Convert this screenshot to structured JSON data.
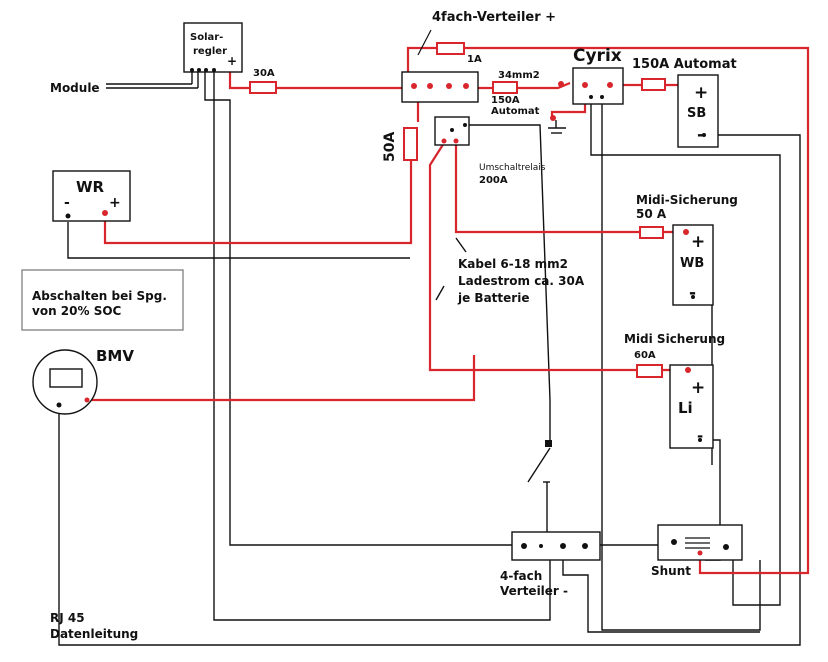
{
  "labels": {
    "title_verteiler_plus": "4fach-Verteiler +",
    "solarregler_line1": "Solar-",
    "solarregler_line2": "regler",
    "solarregler_plus": "+",
    "module": "Module",
    "fuse_30a": "30A",
    "fuse_1a": "1A",
    "cable_34mm2": "34mm2",
    "automat_150a_a": "150A",
    "automat_150a_b": "Automat",
    "cyrix": "Cyrix",
    "cyrix_automat": "150A Automat",
    "fuse_50a": "50A",
    "sb": "SB",
    "sb_plus": "+",
    "sb_minus": "-",
    "umschaltrelais": "Umschaltrelais",
    "umschaltrelais_amp": "200A",
    "wr": "WR",
    "wr_minus": "-",
    "wr_plus": "+",
    "midi_sicherung_50": "Midi-Sicherung",
    "midi_50a": "50 A",
    "wb": "WB",
    "wb_plus": "+",
    "wb_minus": "-",
    "kabel_line1": "Kabel 6-18 mm2",
    "kabel_line2": "Ladestrom ca. 30A",
    "kabel_line3": "je Batterie",
    "abschalten_line1": "Abschalten bei Spg.",
    "abschalten_line2": "von 20% SOC",
    "bmv": "BMV",
    "midi_sicherung_60": "Midi Sicherung",
    "midi_60a": "60A",
    "li": "Li",
    "li_plus": "+",
    "li_minus": "-",
    "verteiler_minus_line1": "4-fach",
    "verteiler_minus_line2": "Verteiler -",
    "shunt": "Shunt",
    "rj45_line1": "RJ 45",
    "rj45_line2": "Datenleitung"
  },
  "colors": {
    "positive_wire": "#d8262c",
    "negative_wire": "#111111",
    "background": "#ffffff"
  }
}
